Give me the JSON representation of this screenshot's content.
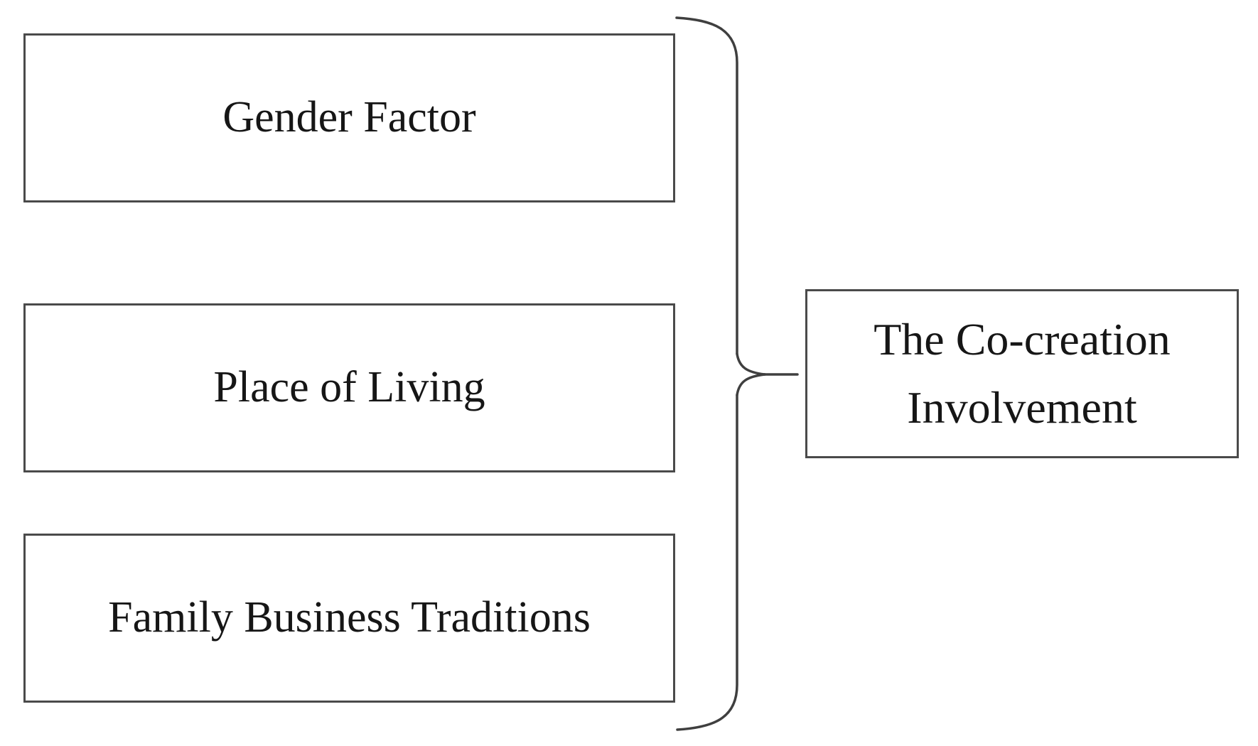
{
  "diagram": {
    "factors": [
      {
        "label": "Gender Factor"
      },
      {
        "label": "Place of Living"
      },
      {
        "label": "Family Business Traditions"
      }
    ],
    "outcome": {
      "line1": "The Co-creation",
      "line2": "Involvement"
    },
    "colors": {
      "background": "#ffffff",
      "box_border": "#4a4a4a",
      "text": "#161616",
      "brace_stroke": "#3f3f3f"
    }
  }
}
